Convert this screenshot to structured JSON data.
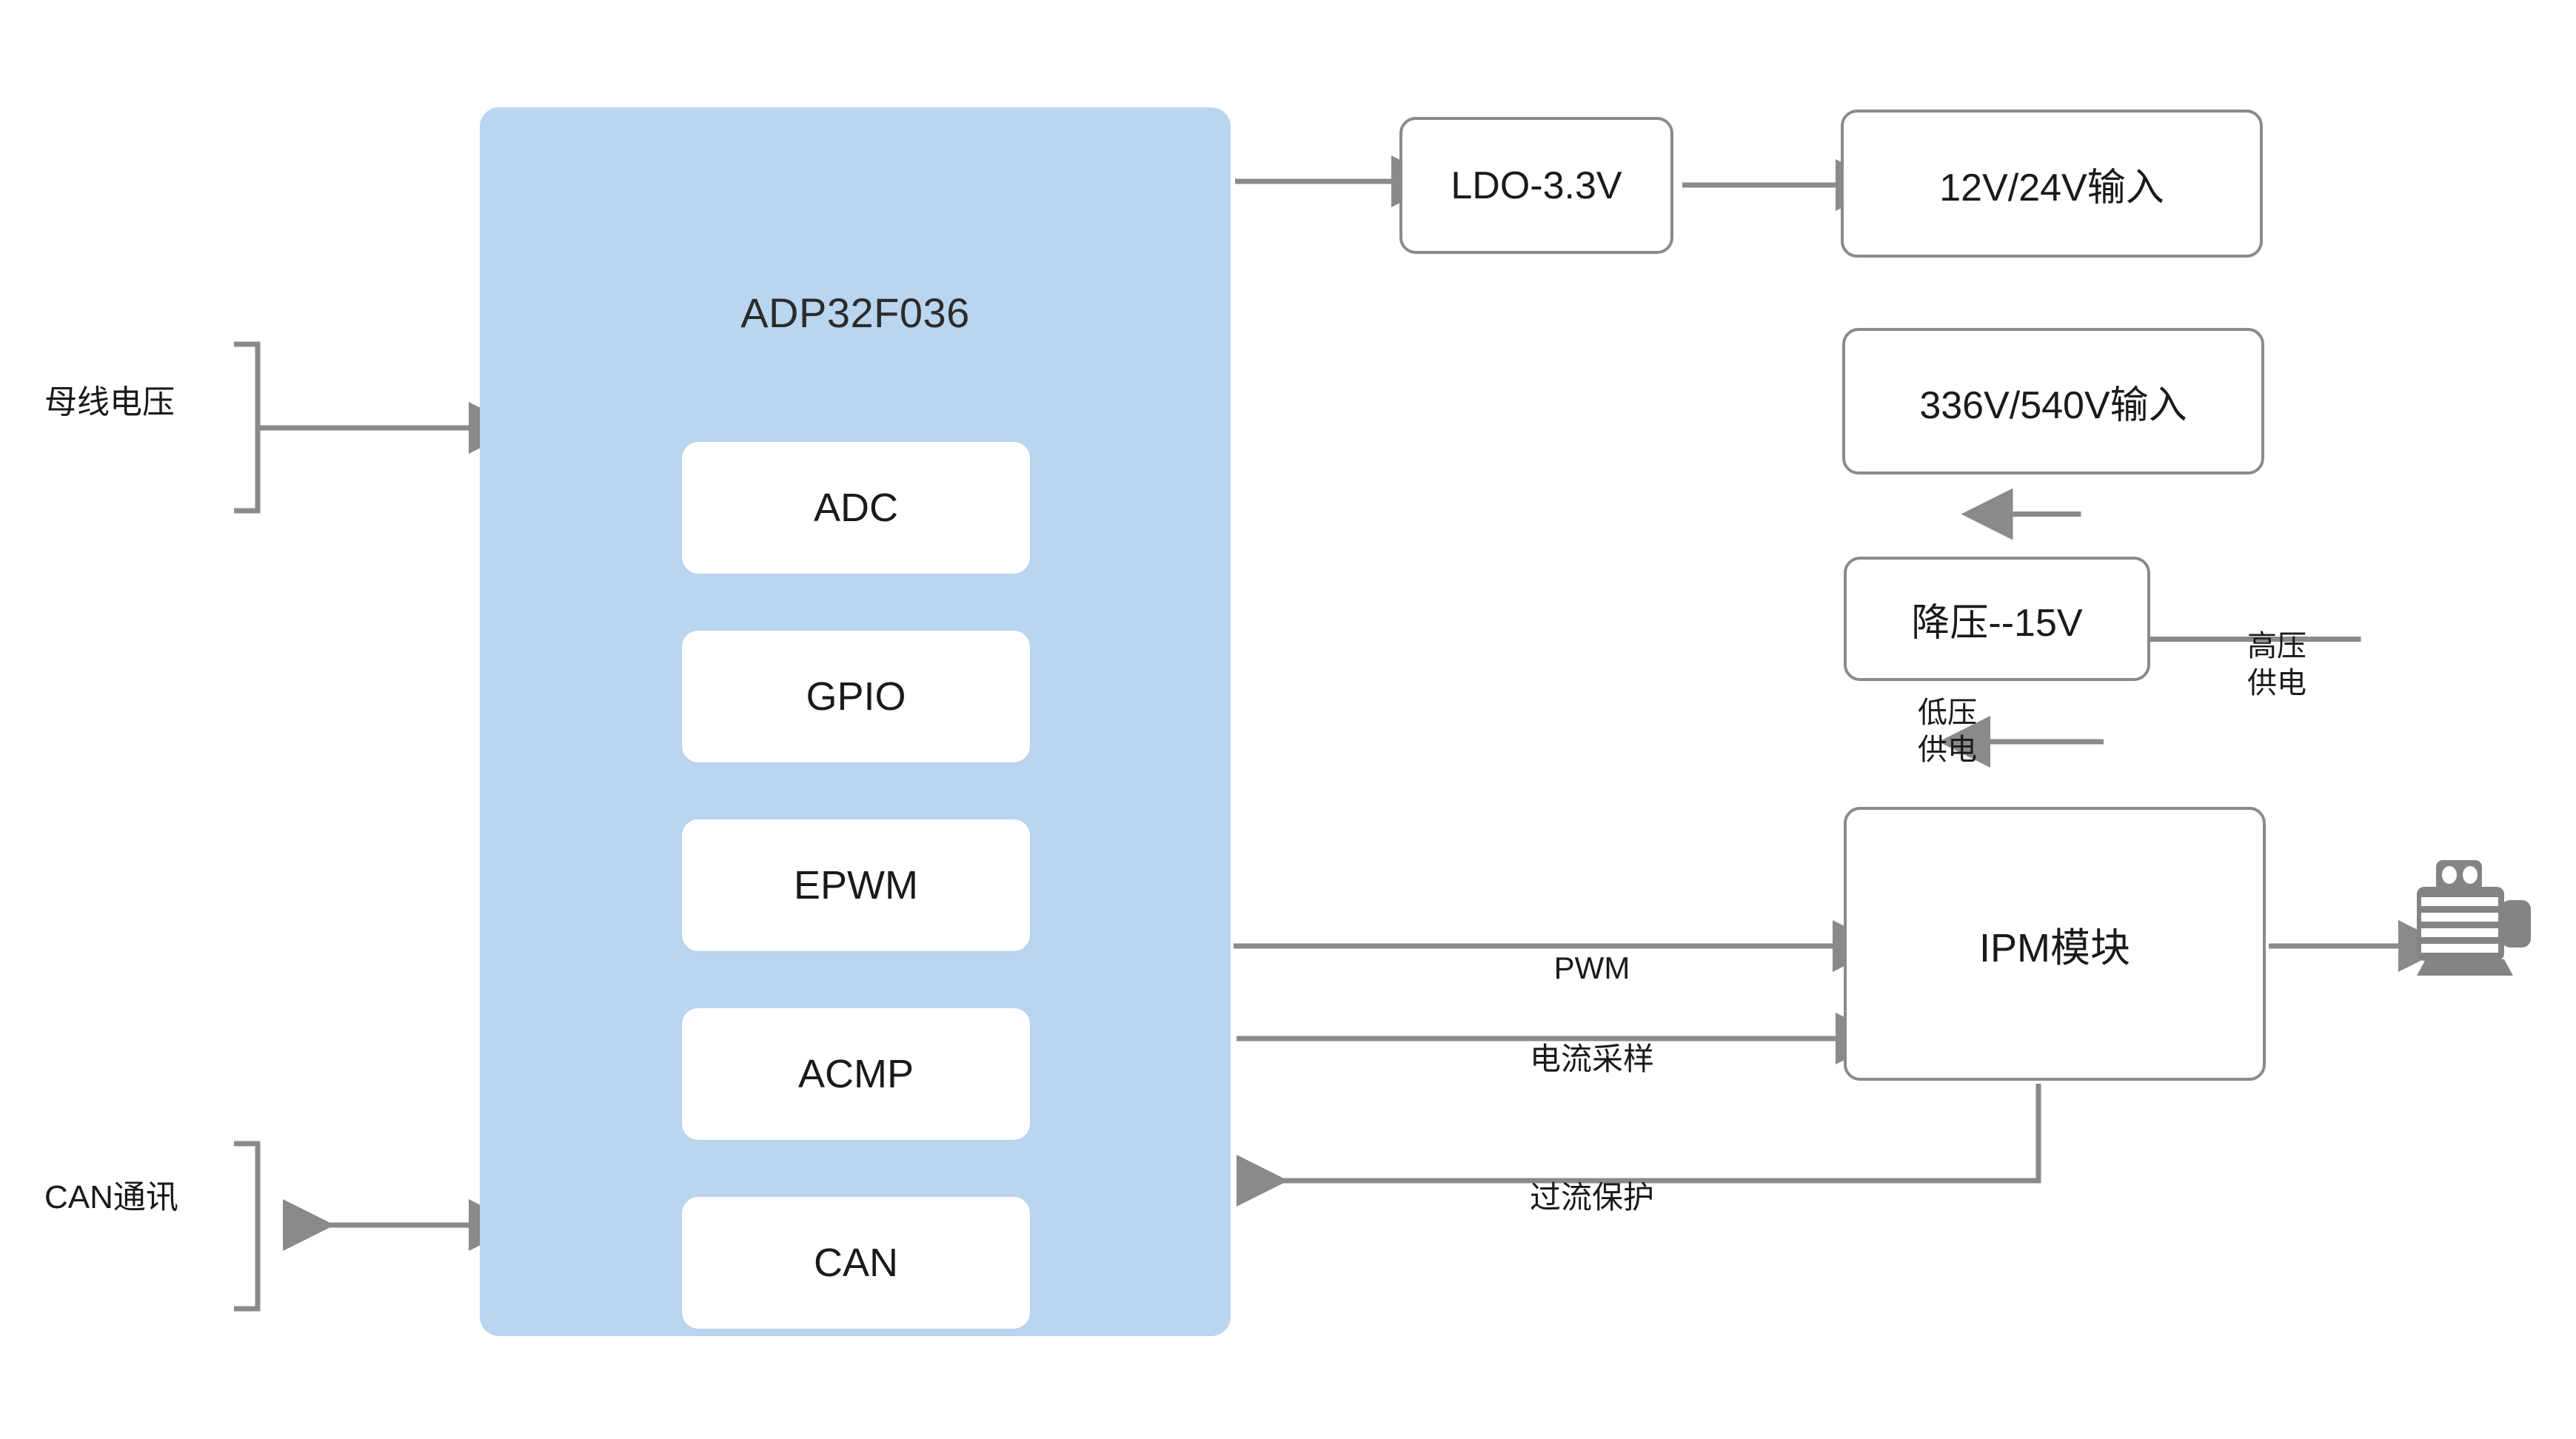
{
  "diagram": {
    "title": "ADP32F036 Motor Drive Block Diagram",
    "accent_color": "#bad5ef",
    "wire_color": "#8a8a8a",
    "text_color": "#1a1a1a"
  },
  "mcu": {
    "title": "ADP32F036",
    "blocks": [
      {
        "label": "ADC"
      },
      {
        "label": "GPIO"
      },
      {
        "label": "EPWM"
      },
      {
        "label": "ACMP"
      },
      {
        "label": "CAN"
      }
    ]
  },
  "boxes": {
    "ldo": "LDO-3.3V",
    "low_voltage_input": "12V/24V输入",
    "high_voltage_input": "336V/540V输入",
    "buck": "降压--15V",
    "ipm": "IPM模块"
  },
  "labels": {
    "bus_voltage": "母线电压",
    "can_comm": "CAN通讯",
    "pwm": "PWM",
    "current_sense": "电流采样",
    "overcurrent_protection": "过流保护",
    "low_voltage_supply": "低压\n供电",
    "high_voltage_supply": "高压\n供电"
  },
  "icons": {
    "motor": "motor-icon"
  },
  "connections": [
    {
      "from": "12V/24V输入",
      "to": "LDO-3.3V",
      "direction": "left",
      "label": ""
    },
    {
      "from": "LDO-3.3V",
      "to": "ADP32F036",
      "direction": "left",
      "label": ""
    },
    {
      "from": "母线电压",
      "to": "ADP32F036",
      "direction": "right",
      "label": ""
    },
    {
      "from": "CAN通讯",
      "to": "ADP32F036",
      "direction": "bidirectional",
      "label": ""
    },
    {
      "from": "336V/540V输入",
      "to": "降压--15V",
      "direction": "down",
      "label": ""
    },
    {
      "from": "降压--15V",
      "to": "IPM模块",
      "direction": "down",
      "label": "低压供电"
    },
    {
      "from": "336V/540V输入",
      "to": "IPM模块",
      "direction": "down",
      "label": "高压供电"
    },
    {
      "from": "ADP32F036",
      "to": "IPM模块",
      "direction": "right",
      "label": "PWM"
    },
    {
      "from": "IPM模块",
      "to": "ADP32F036",
      "direction": "left",
      "label": "电流采样"
    },
    {
      "from": "IPM模块",
      "to": "ADP32F036",
      "direction": "left",
      "label": "过流保护"
    },
    {
      "from": "IPM模块",
      "to": "motor-icon",
      "direction": "right",
      "label": ""
    }
  ]
}
